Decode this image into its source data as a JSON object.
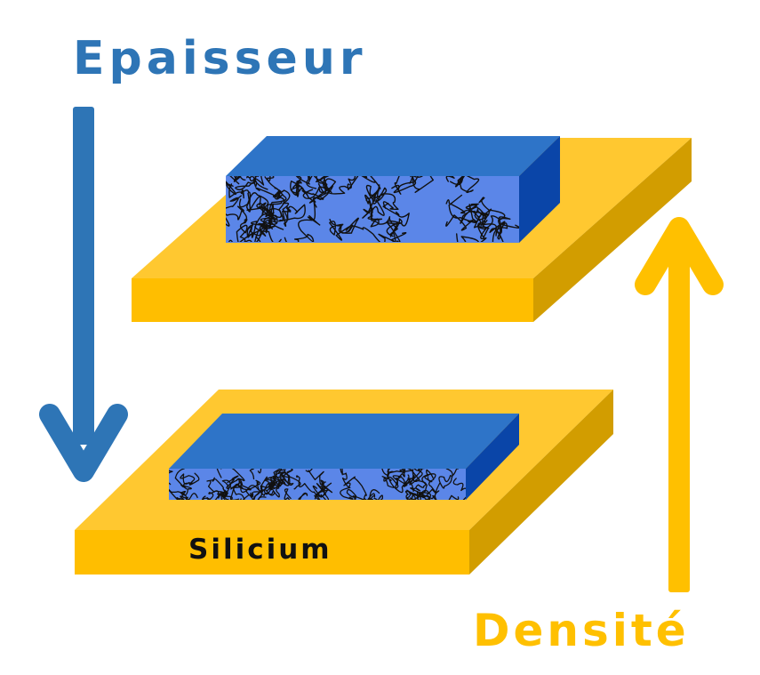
{
  "labels": {
    "thickness": "Epaisseur",
    "density": "Densité",
    "substrate": "Silicium"
  },
  "colors": {
    "thickness": "#2E75B6",
    "density": "#FFC000",
    "substrate_top": "#FFC830",
    "substrate_front": "#FFBE00",
    "substrate_side": "#D29D00",
    "film_top": "#2E74C8",
    "film_front": "#5B86E8",
    "film_side": "#0A45A8",
    "fibers": "#111111"
  },
  "icons": {
    "thickness_arrow": "arrow-down-icon",
    "density_arrow": "arrow-up-icon"
  }
}
